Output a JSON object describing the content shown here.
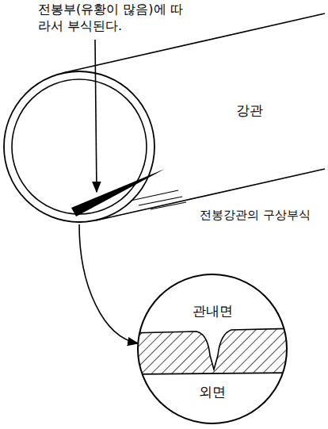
{
  "diagram": {
    "nodes": [
      {
        "text": [
          "관내면",
          "외면"
        ]
      }
    ],
    "labels": [
      "전봉부(유황이 많음)에 따라서 부식된다.",
      "강관",
      "전봉강관의 구상부식"
    ]
  }
}
